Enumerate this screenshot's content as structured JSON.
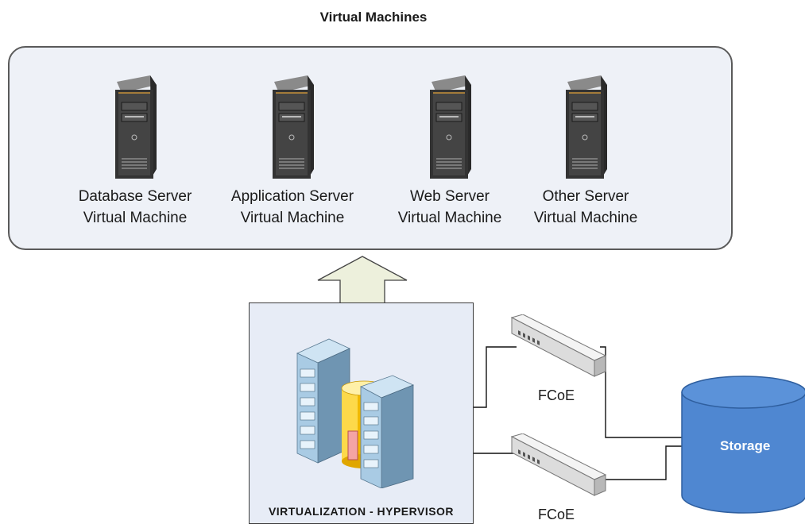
{
  "diagram": {
    "title": "Virtual Machines",
    "virtual_machines": [
      {
        "line1": "Database Server",
        "line2": "Virtual Machine"
      },
      {
        "line1": "Application Server",
        "line2": "Virtual Machine"
      },
      {
        "line1": "Web Server",
        "line2": "Virtual Machine"
      },
      {
        "line1": "Other  Server",
        "line2": "Virtual Machine"
      }
    ],
    "hypervisor_label": "VIRTUALIZATION - HYPERVISOR",
    "switch_labels": [
      "FCoE",
      "FCoE"
    ],
    "storage_label": "Storage",
    "colors": {
      "panel_fill": "#eef1f7",
      "hypervisor_fill": "#e7ecf6",
      "arrow_fill": "#edf0dc",
      "storage_fill": "#4f87d1"
    },
    "icons": [
      "server-tower-icon",
      "server-rack-icon",
      "database-icon",
      "network-switch-icon",
      "storage-cylinder-icon"
    ]
  }
}
